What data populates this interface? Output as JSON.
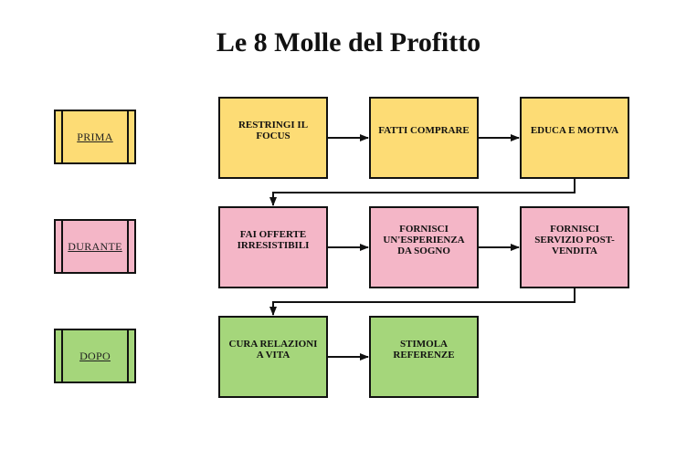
{
  "title": "Le 8 Molle del Profitto",
  "phases": {
    "prima": "PRIMA",
    "durante": "DURANTE",
    "dopo": "DOPO"
  },
  "steps": {
    "restringi": "RESTRINGI IL FOCUS",
    "fatti": "FATTI COMPRARE",
    "educa": "EDUCA E MOTIVA",
    "offerte": "FAI OFFERTE IRRESISTIBILI",
    "esperienza": "FORNISCI UN'ESPERIENZA DA SOGNO",
    "servizio": "FORNISCI SERVIZIO POST-VENDITA",
    "relazioni": "CURA RELAZIONI A VITA",
    "referenze": "STIMOLA REFERENZE"
  },
  "colors": {
    "prima": "#fddc75",
    "durante": "#f4b6c7",
    "dopo": "#a5d67b"
  }
}
